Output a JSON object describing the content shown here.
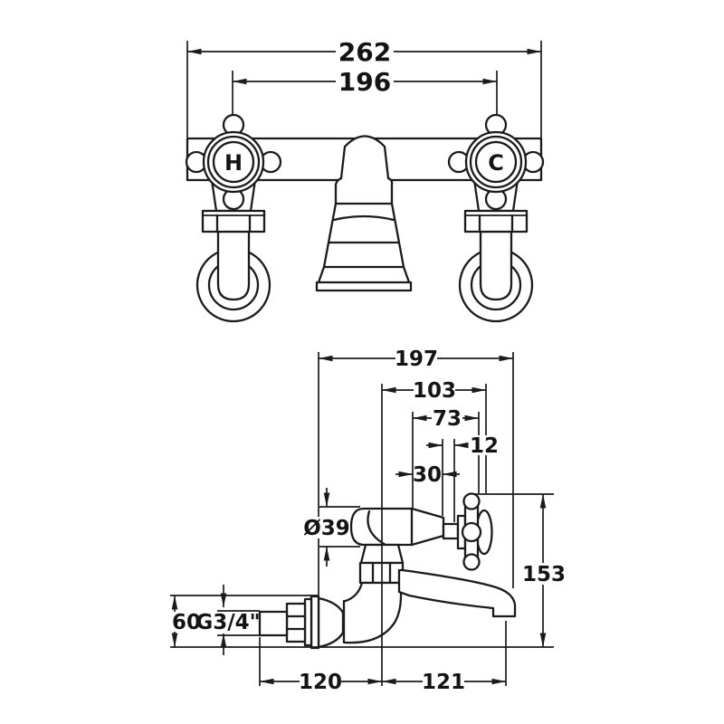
{
  "page": {
    "background": "#ffffff",
    "line_color": "#1b1b1b"
  },
  "drawing": {
    "front_view": {
      "hot_handle_label": "H",
      "cold_handle_label": "C",
      "dims": {
        "overall_width": "262",
        "fixing_centres": "196"
      }
    },
    "side_view": {
      "dims": {
        "overall_projection": "197",
        "axis_to_handle_end": "103",
        "to_handle_centre": "73",
        "stem_offset": "12",
        "body_offset": "30",
        "body_diameter": "Ø39",
        "overall_height": "153",
        "escutcheon_height": "60",
        "inlet_thread": "G3/4\"",
        "wall_to_axis": "120",
        "axis_to_spout_outlet": "121"
      }
    }
  }
}
